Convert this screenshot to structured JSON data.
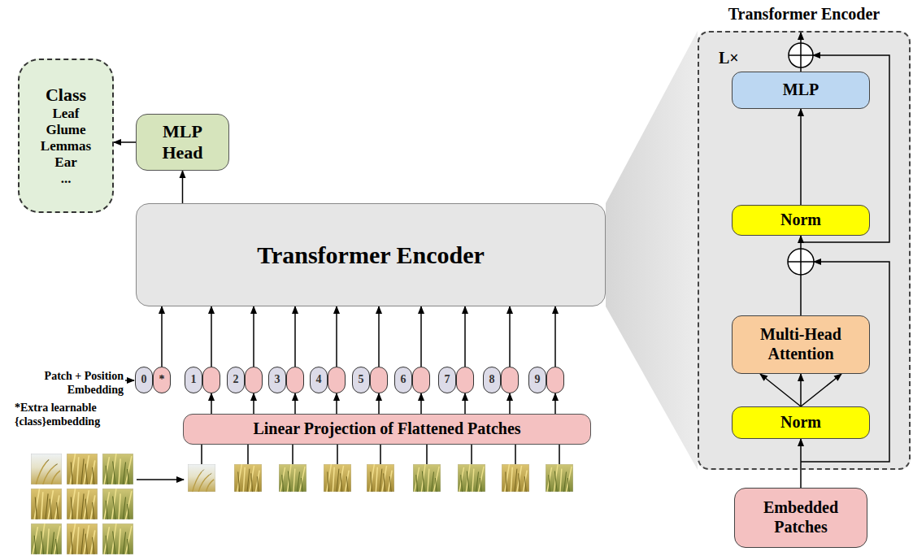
{
  "diagram": {
    "nodes": [
      {
        "text": [
          "Class",
          "Leaf",
          "Glume",
          "Lemmas",
          "Ear",
          "..."
        ]
      },
      {
        "text": [
          "MLP Head"
        ]
      },
      {
        "text": [
          "Transformer Encoder"
        ]
      },
      {
        "text": [
          "0",
          "*"
        ]
      },
      {
        "text": [
          "1"
        ]
      },
      {
        "text": [
          "2"
        ]
      },
      {
        "text": [
          "3"
        ]
      },
      {
        "text": [
          "4"
        ]
      },
      {
        "text": [
          "5"
        ]
      },
      {
        "text": [
          "6"
        ]
      },
      {
        "text": [
          "7"
        ]
      },
      {
        "text": [
          "8"
        ]
      },
      {
        "text": [
          "9"
        ]
      },
      {
        "text": [
          "Linear Projection of Flattened Patches"
        ]
      },
      {
        "text": [
          "Transformer Encoder",
          "L×"
        ]
      },
      {
        "text": [
          "MLP"
        ],
        "in": 14
      },
      {
        "text": [
          "Norm"
        ],
        "in": 14
      },
      {
        "text": [
          "Multi-Head Attention"
        ],
        "in": 14
      },
      {
        "text": [
          "Norm"
        ],
        "in": 14
      },
      {
        "text": [
          "Embedded Patches"
        ]
      }
    ],
    "edges": [
      {
        "from": 2,
        "to": 1,
        "arrow": "to"
      },
      {
        "from": 1,
        "to": 0,
        "arrow": "to"
      },
      {
        "from": 3,
        "to": 2,
        "arrow": "to"
      },
      {
        "from": 4,
        "to": 2,
        "arrow": "to"
      },
      {
        "from": 5,
        "to": 2,
        "arrow": "to"
      },
      {
        "from": 6,
        "to": 2,
        "arrow": "to"
      },
      {
        "from": 7,
        "to": 2,
        "arrow": "to"
      },
      {
        "from": 8,
        "to": 2,
        "arrow": "to"
      },
      {
        "from": 9,
        "to": 2,
        "arrow": "to"
      },
      {
        "from": 10,
        "to": 2,
        "arrow": "to"
      },
      {
        "from": 11,
        "to": 2,
        "arrow": "to"
      },
      {
        "from": 12,
        "to": 2,
        "arrow": "to"
      },
      {
        "from": 13,
        "to": 4,
        "arrow": "to"
      },
      {
        "from": 13,
        "to": 5,
        "arrow": "to"
      },
      {
        "from": 13,
        "to": 6,
        "arrow": "to"
      },
      {
        "from": 13,
        "to": 7,
        "arrow": "to"
      },
      {
        "from": 13,
        "to": 8,
        "arrow": "to"
      },
      {
        "from": 13,
        "to": 9,
        "arrow": "to"
      },
      {
        "from": 13,
        "to": 10,
        "arrow": "to"
      },
      {
        "from": 13,
        "to": 11,
        "arrow": "to"
      },
      {
        "from": 13,
        "to": 12,
        "arrow": "to"
      },
      {
        "from": 19,
        "to": 18,
        "arrow": "to"
      },
      {
        "from": 18,
        "to": 17,
        "arrow": "to"
      },
      {
        "from": 17,
        "to": 16,
        "arrow": "to"
      },
      {
        "from": 16,
        "to": 15,
        "arrow": "to"
      }
    ],
    "labels": [
      "Patch + Position Embedding",
      "*Extra learnable {class}embedding"
    ]
  }
}
